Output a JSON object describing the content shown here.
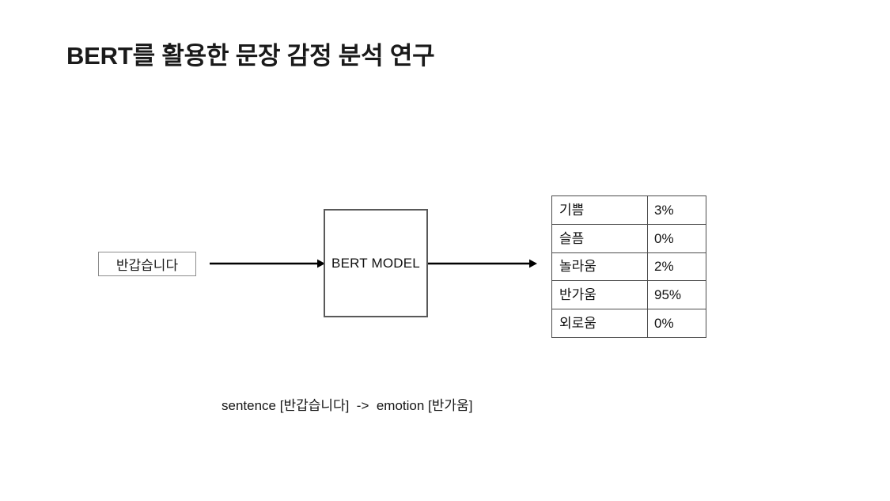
{
  "slide": {
    "title": "BERT를 활용한 문장 감정 분석 연구",
    "background_color": "#ffffff"
  },
  "diagram": {
    "input_node": {
      "label": "반갑습니다",
      "border_color": "#8c8c8c"
    },
    "model_node": {
      "label": "BERT MODEL",
      "border_color": "#595959"
    },
    "arrows": [
      {
        "name": "input-to-model-arrow",
        "direction": "right",
        "color": "#000000"
      },
      {
        "name": "model-to-output-arrow",
        "direction": "right",
        "color": "#000000"
      }
    ],
    "output_table": {
      "border_color": "#4d4d4d",
      "rows": [
        {
          "emotion": "기쁨",
          "probability": "3%"
        },
        {
          "emotion": "슬픔",
          "probability": "0%"
        },
        {
          "emotion": "놀라움",
          "probability": "2%"
        },
        {
          "emotion": "반가움",
          "probability": "95%"
        },
        {
          "emotion": "외로움",
          "probability": "0%"
        }
      ]
    }
  },
  "caption": {
    "text": "sentence [반갑습니다]  ->  emotion [반가움]"
  }
}
